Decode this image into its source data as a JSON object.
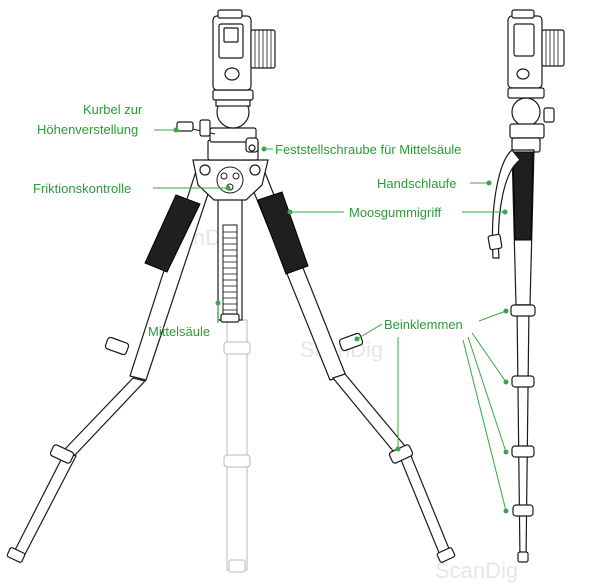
{
  "labels": {
    "crank": [
      "Kurbel zur",
      "Höhenverstellung"
    ],
    "column_lock": "Feststellschraube für Mittelsäule",
    "friction": "Friktionskontrolle",
    "center_column": "Mittelsäule",
    "strap": "Handschlaufe",
    "foam_grip": "Moosgummigriff",
    "leg_locks": "Beinklemmen"
  },
  "watermark": "ScanDig",
  "colors": {
    "label": "#2e9a3a",
    "leader": "#3aa548",
    "grip": "#1f1f1f",
    "line": "#1a1a1a"
  }
}
